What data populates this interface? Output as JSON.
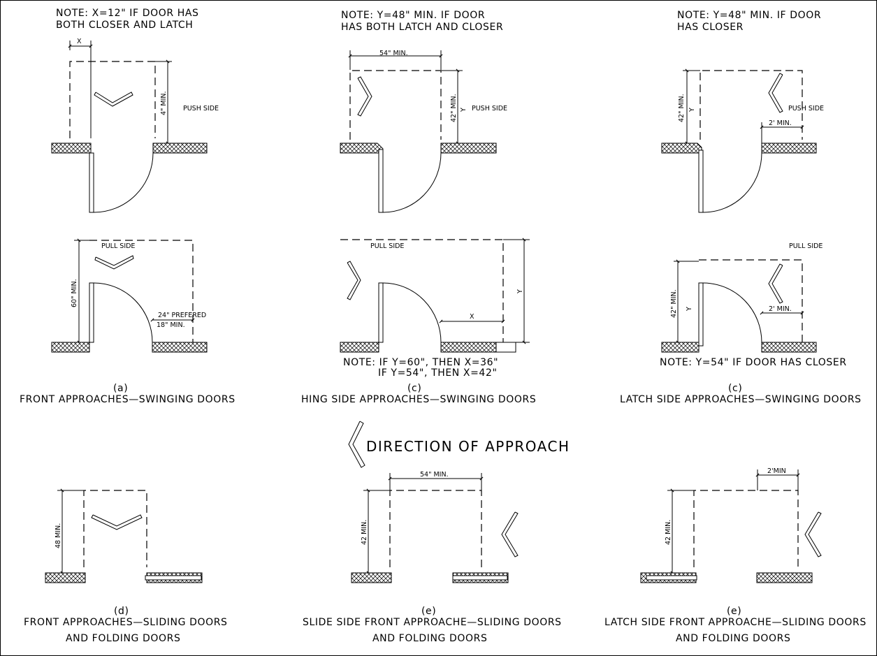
{
  "row1": {
    "a_note": [
      "NOTE: X=12\" IF DOOR HAS",
      "BOTH CLOSER AND LATCH"
    ],
    "a_x": "X",
    "a_dim": "4\" MIN.",
    "a_push": "PUSH SIDE",
    "b_note": [
      "NOTE: Y=48\" MIN. IF DOOR",
      "HAS BOTH  LATCH AND CLOSER"
    ],
    "b_width": "54\" MIN.",
    "b_dim": "42\" MIN.",
    "b_y": "Y",
    "b_push": "PUSH SIDE",
    "c_note": [
      "NOTE: Y=48\" MIN. IF DOOR",
      "HAS CLOSER"
    ],
    "c_dim": "42\" MIN.",
    "c_y": "Y",
    "c_push": "PUSH SIDE",
    "c_clear": "2' MIN."
  },
  "row2": {
    "a_pull": "PULL SIDE",
    "a_dim": "60\" MIN.",
    "a_pref": "24\" PREFERED",
    "a_min": "18\" MIN.",
    "b_pull": "PULL SIDE",
    "b_x": "X",
    "b_y": "Y",
    "b_note": [
      "NOTE: IF Y=60\", THEN X=36\"",
      "IF Y=54\", THEN X=42\""
    ],
    "c_pull": "PULL SIDE",
    "c_dim": "42\" MIN.",
    "c_y": "Y",
    "c_clear": "2' MIN.",
    "c_note": "NOTE: Y=54\" IF DOOR HAS CLOSER"
  },
  "captions": {
    "a_letter": "(a)",
    "a_title": "FRONT APPROACHES—SWINGING DOORS",
    "b_letter": "(c)",
    "b_title": "HING SIDE APPROACHES—SWINGING DOORS",
    "c_letter": "(c)",
    "c_title": "LATCH SIDE APPROACHES—SWINGING DOORS",
    "d_letter": "(d)",
    "d_title": [
      "FRONT APPROACHES—SLIDING DOORS",
      "AND FOLDING DOORS"
    ],
    "e1_letter": "(e)",
    "e1_title": [
      "SLIDE SIDE FRONT APPROACHE—SLIDING DOORS",
      "AND FOLDING DOORS"
    ],
    "e2_letter": "(e)",
    "e2_title": [
      "LATCH SIDE FRONT APPROACHE—SLIDING DOORS",
      "AND FOLDING DOORS"
    ]
  },
  "legend": {
    "direction": "DIRECTION OF APPROACH"
  },
  "row3": {
    "d_dim": "48 MIN.",
    "e1_width": "54\" MIN.",
    "e1_dim": "42 MIN.",
    "e2_width": "2'MIN",
    "e2_dim": "42 MIN."
  }
}
